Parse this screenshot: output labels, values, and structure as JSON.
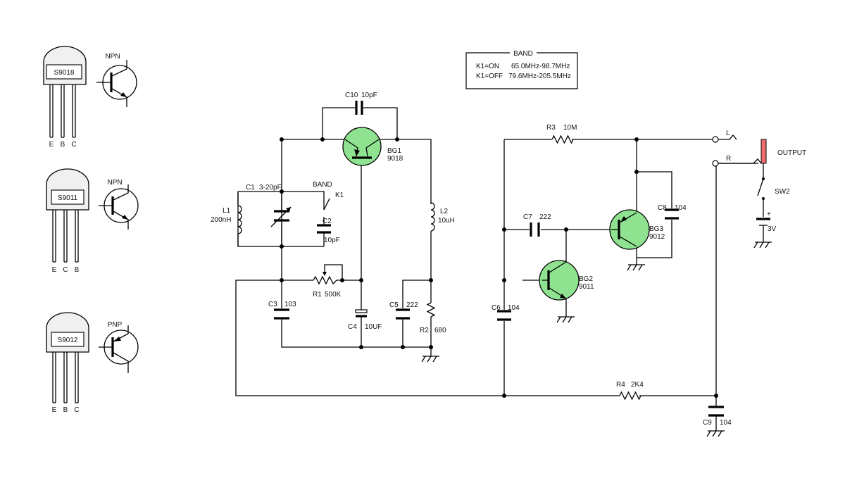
{
  "packages": [
    {
      "part": "S9018",
      "type": "NPN",
      "pins": [
        "E",
        "B",
        "C"
      ]
    },
    {
      "part": "S9011",
      "type": "NPN",
      "pins": [
        "E",
        "C",
        "B"
      ]
    },
    {
      "part": "S9012",
      "type": "PNP",
      "pins": [
        "E",
        "B",
        "C"
      ]
    }
  ],
  "band_table": {
    "title": "BAND",
    "rows": [
      {
        "state": "K1=ON",
        "range": "65.0MHz-98.7MHz"
      },
      {
        "state": "K1=OFF",
        "range": "79.6MHz-205.5MHz"
      }
    ]
  },
  "components": {
    "c10": {
      "ref": "C10",
      "value": "10pF"
    },
    "bg1": {
      "ref": "BG1",
      "value": "9018"
    },
    "c1": {
      "ref": "C1",
      "value": "3-20pF"
    },
    "band": {
      "label": "BAND"
    },
    "k1": {
      "ref": "K1"
    },
    "l1": {
      "ref": "L1",
      "value": "200nH"
    },
    "c2": {
      "ref": "C2",
      "value": "10pF"
    },
    "l2": {
      "ref": "L2",
      "value": "10uH"
    },
    "r1": {
      "ref": "R1",
      "value": "500K"
    },
    "c3": {
      "ref": "C3",
      "value": "103"
    },
    "c4": {
      "ref": "C4",
      "value": "10UF"
    },
    "c5": {
      "ref": "C5",
      "value": "222"
    },
    "r2": {
      "ref": "R2",
      "value": "680"
    },
    "r3": {
      "ref": "R3",
      "value": "10M"
    },
    "c7": {
      "ref": "C7",
      "value": "222"
    },
    "c8": {
      "ref": "C8",
      "value": "104"
    },
    "bg3": {
      "ref": "BG3",
      "value": "9012"
    },
    "bg2": {
      "ref": "BG2",
      "value": "9011"
    },
    "c6": {
      "ref": "C6",
      "value": "104"
    },
    "r4": {
      "ref": "R4",
      "value": "2K4"
    },
    "c9": {
      "ref": "C9",
      "value": "104"
    },
    "sw2": {
      "ref": "SW2"
    },
    "battery": {
      "value": "3V",
      "polarity": "+"
    },
    "output": {
      "label": "OUTPUT",
      "left": "L",
      "right": "R"
    }
  },
  "colors": {
    "transistor_fill": "#8fe28f",
    "output_jack": "#f26c6c",
    "wire": "#000000"
  }
}
